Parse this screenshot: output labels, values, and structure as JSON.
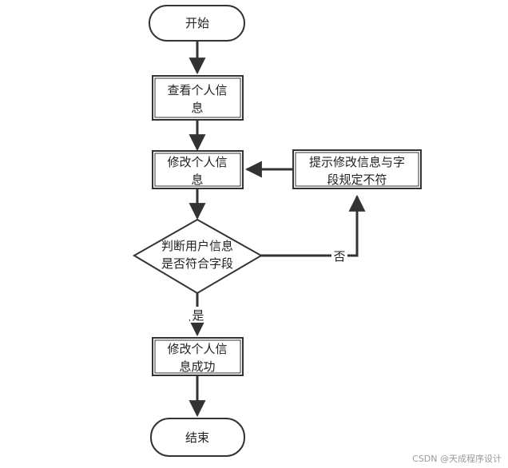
{
  "diagram": {
    "nodes": {
      "start": {
        "lines": [
          "开始"
        ]
      },
      "view_info": {
        "lines": [
          "查看个人信",
          "息"
        ]
      },
      "edit_info": {
        "lines": [
          "修改个人信",
          "息"
        ]
      },
      "decision": {
        "lines": [
          "判断用户信息",
          "是否符合字段"
        ]
      },
      "error_prompt": {
        "lines": [
          "提示修改信息与字",
          "段规定不符"
        ]
      },
      "success": {
        "lines": [
          "修改个人信",
          "息成功"
        ]
      },
      "end": {
        "lines": [
          "结束"
        ]
      }
    },
    "edge_labels": {
      "yes": "是",
      "no": "否"
    }
  },
  "watermark": "CSDN @天成程序设计"
}
